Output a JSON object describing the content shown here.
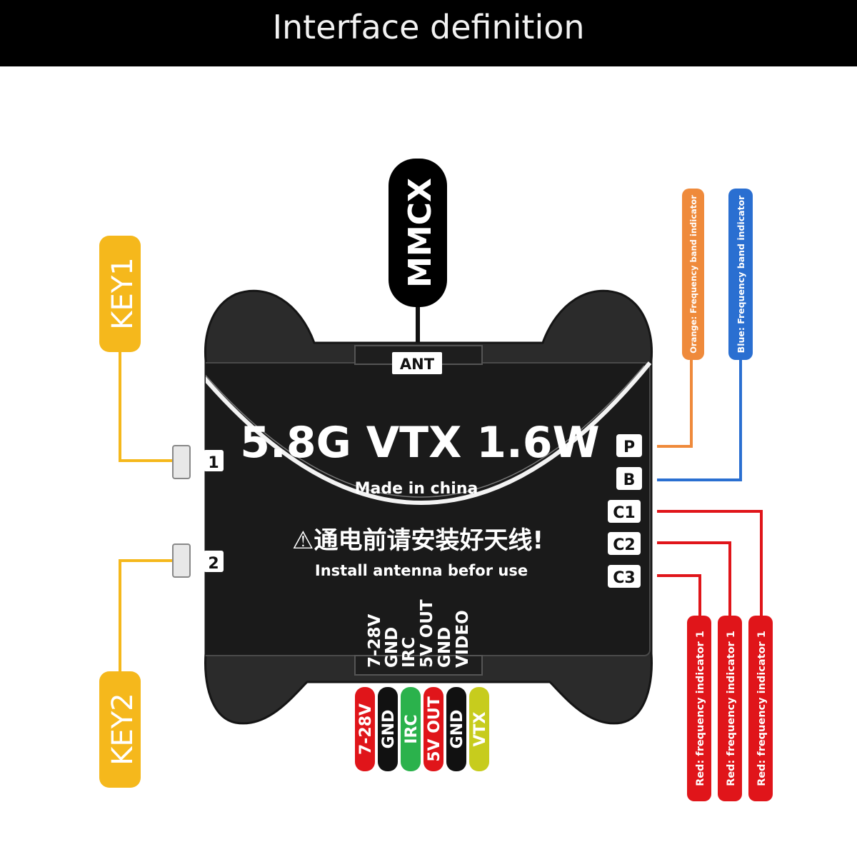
{
  "header": {
    "title": "Interface definition"
  },
  "antenna": {
    "connector": "MMCX",
    "port_label": "ANT"
  },
  "device": {
    "model": "5.8G VTX 1.6W",
    "origin": "Made in china",
    "warning_cn": "⚠通电前请安装好天线!",
    "warning_en": "Install antenna befor use"
  },
  "buttons": [
    {
      "number": "1",
      "tag": "KEY1"
    },
    {
      "number": "2",
      "tag": "KEY2"
    }
  ],
  "indicator_pads": [
    {
      "label": "P",
      "tag": "Orange: Frequency band indicator",
      "color": "#ef8a3b"
    },
    {
      "label": "B",
      "tag": "Blue: Frequency band indicator",
      "color": "#2a6fd1"
    },
    {
      "label": "C1",
      "tag": "Red: frequency indicator 1",
      "color": "#e0151a"
    },
    {
      "label": "C2",
      "tag": "Red: frequency indicator 1",
      "color": "#e0151a"
    },
    {
      "label": "C3",
      "tag": "Red: frequency indicator 1",
      "color": "#e0151a"
    }
  ],
  "pins": [
    "7-28V",
    "GND",
    "IRC",
    "5V OUT",
    "GND",
    "VIDEO"
  ],
  "wires": [
    {
      "label": "7-28V",
      "color": "#e0151a"
    },
    {
      "label": "GND",
      "color": "#111111"
    },
    {
      "label": "IRC",
      "color": "#2bb24c"
    },
    {
      "label": "5V OUT",
      "color": "#e0151a"
    },
    {
      "label": "GND",
      "color": "#111111"
    },
    {
      "label": "VTX",
      "color": "#c7cc1d"
    }
  ],
  "colors": {
    "key": "#f5b81c",
    "body": "#2b2b2b"
  }
}
